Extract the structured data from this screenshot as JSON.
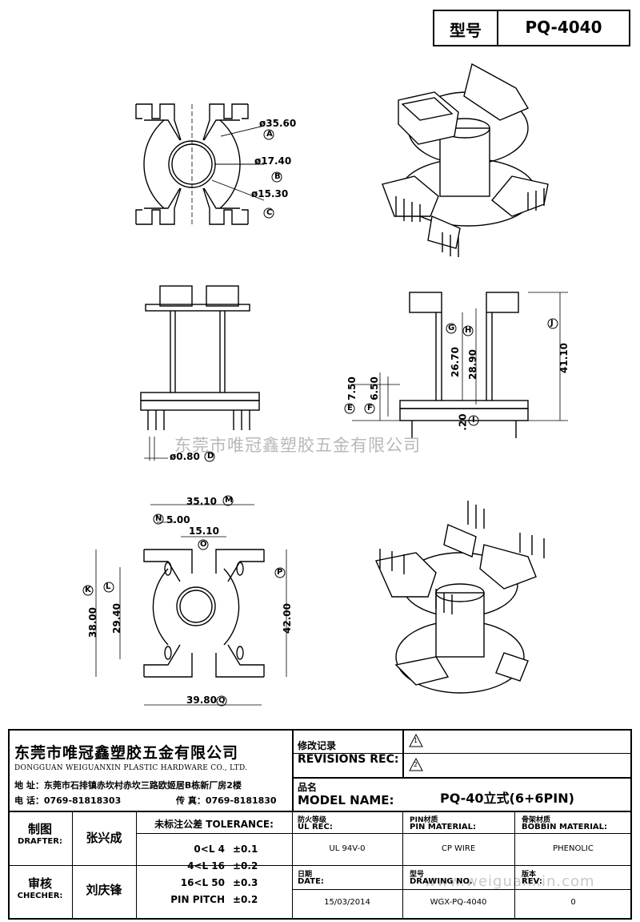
{
  "header": {
    "model_label": "型号",
    "model_value": "PQ-4040"
  },
  "watermark": {
    "text": "东莞市唯冠鑫塑胶五金有限公司",
    "url": "www.weiguanxin.com"
  },
  "dimensions": {
    "d_a": "ø35.60",
    "d_b": "ø17.40",
    "d_c": "ø15.30",
    "d_d": "ø0.80",
    "e": "7.50",
    "f": "6.50",
    "g": "26.70",
    "h": "28.90",
    "i": ".20",
    "j": "41.10",
    "k": "38.00",
    "l": "29.40",
    "m": "35.10",
    "n": "5.00",
    "o": "15.10",
    "p": "42.00",
    "q": "39.80"
  },
  "markers": {
    "a": "A",
    "b": "B",
    "c": "C",
    "d": "D",
    "e": "E",
    "f": "F",
    "g": "G",
    "h": "H",
    "i": "I",
    "j": "J",
    "k": "K",
    "l": "L",
    "m": "M",
    "n": "N",
    "o": "O",
    "p": "P",
    "q": "Q"
  },
  "company": {
    "name_cn": "东莞市唯冠鑫塑胶五金有限公司",
    "name_en": "DONGGUAN WEIGUANXIN PLASTIC HARDWARE CO., LTD.",
    "address": "地  址：东莞市石排镇赤坎村赤坎三路欧姬居B栋新厂房2楼",
    "tel": "电  话：0769-81818303",
    "fax": "传  真：0769-8181830"
  },
  "revisions": {
    "label_cn": "修改记录",
    "label_en": "REVISIONS REC:",
    "mark1": "1",
    "mark2": "2"
  },
  "model": {
    "label_cn": "品名",
    "label_en": "MODEL NAME:",
    "value": "PQ-40立式(6+6PIN)"
  },
  "people": {
    "drafter_cn": "制图",
    "drafter_en": "DRAFTER:",
    "drafter_name": "张兴成",
    "checker_cn": "审核",
    "checker_en": "CHECHER:",
    "checker_name": "刘庆锋"
  },
  "tolerance": {
    "title": "未标注公差 TOLERANCE:",
    "rows": [
      {
        "range": "0<L  4",
        "value": "±0.1"
      },
      {
        "range": "4<L  16",
        "value": "±0.2"
      },
      {
        "range": "16<L  50",
        "value": "±0.3"
      },
      {
        "range": "PIN PITCH",
        "value": "±0.2"
      }
    ]
  },
  "specs": {
    "ul_cn": "防火等级",
    "ul_en": "UL REC:",
    "ul_value": "UL 94V-0",
    "pin_cn": "PIN材质",
    "pin_en": "PIN MATERIAL:",
    "pin_value": "CP WIRE",
    "bobbin_cn": "骨架材质",
    "bobbin_en": "BOBBIN MATERIAL:",
    "bobbin_value": "PHENOLIC",
    "date_cn": "日期",
    "date_en": "DATE:",
    "date_value": "15/03/2014",
    "dwg_cn": "型号",
    "dwg_en": "DRAWING NO.",
    "dwg_value": "WGX-PQ-4040",
    "rev_cn": "版本",
    "rev_en": "REV:",
    "rev_value": "0"
  }
}
